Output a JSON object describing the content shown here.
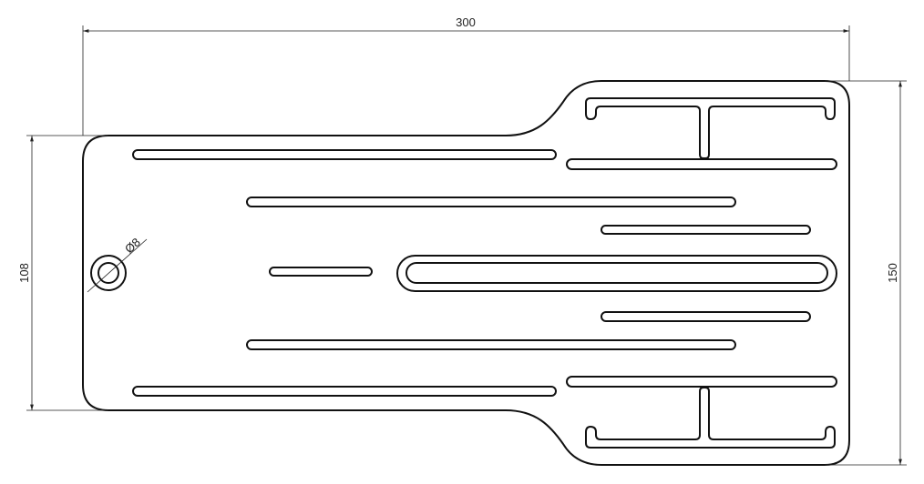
{
  "drawing": {
    "dimensions": {
      "overall_length": "300",
      "narrow_width": "108",
      "wide_width": "150",
      "hole_diameter": "Ø8"
    },
    "line_color": "#111111"
  }
}
